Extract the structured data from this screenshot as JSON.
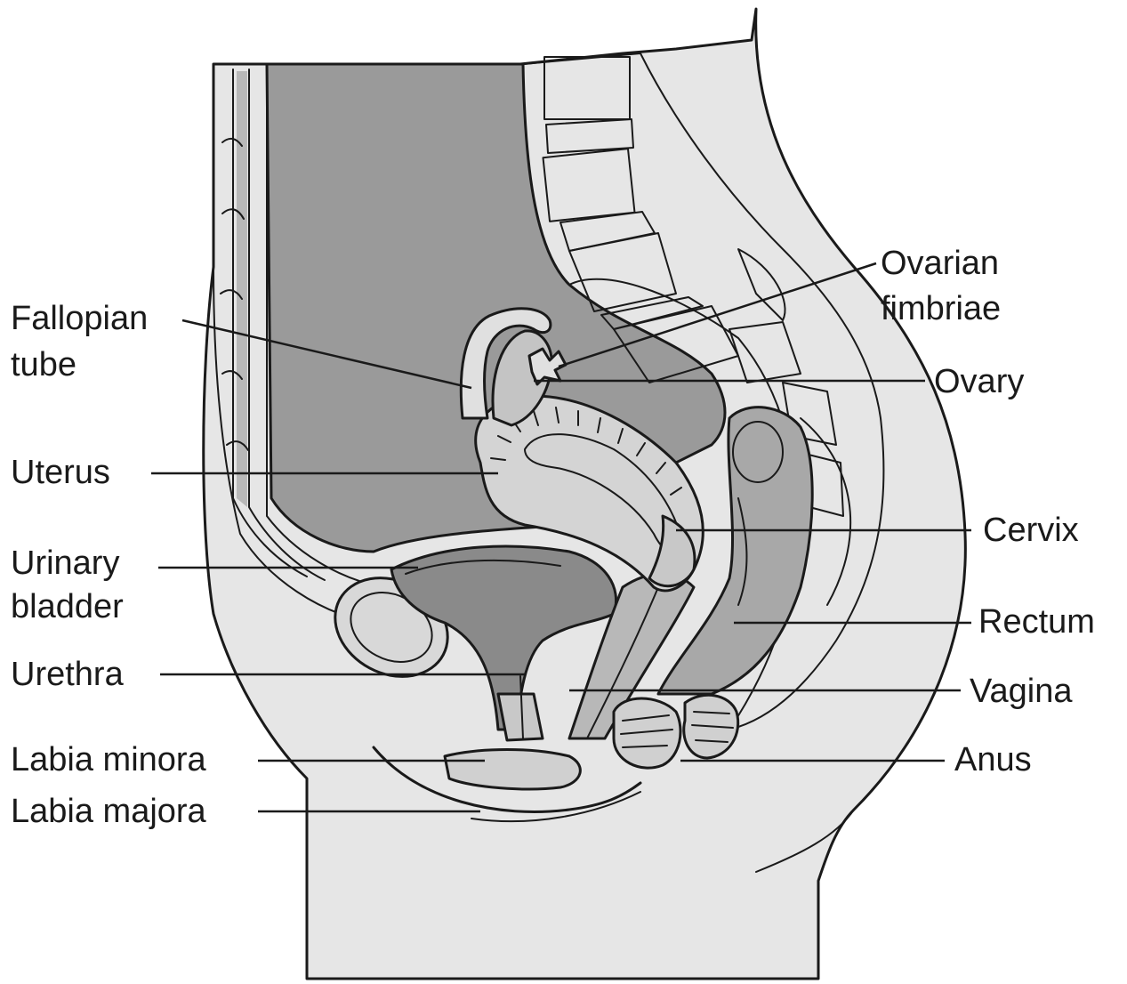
{
  "labels": {
    "fallopian_tube_1": "Fallopian",
    "fallopian_tube_2": "tube",
    "uterus": "Uterus",
    "urinary_bladder_1": "Urinary",
    "urinary_bladder_2": "bladder",
    "urethra": "Urethra",
    "labia_minora": "Labia minora",
    "labia_majora": "Labia majora",
    "ovarian_fimbriae_1": "Ovarian",
    "ovarian_fimbriae_2": "fimbriae",
    "ovary": "Ovary",
    "cervix": "Cervix",
    "rectum": "Rectum",
    "vagina": "Vagina",
    "anus": "Anus"
  },
  "colors": {
    "line": "#1a1a1a",
    "body_fill": "#e6e6e6",
    "cavity_fill": "#9a9a9a",
    "organ_fill": "#c8c8c8",
    "bladder_fill": "#8a8a8a",
    "fat_fill": "#f4f4f4",
    "bone_fill": "#dcdcdc"
  }
}
